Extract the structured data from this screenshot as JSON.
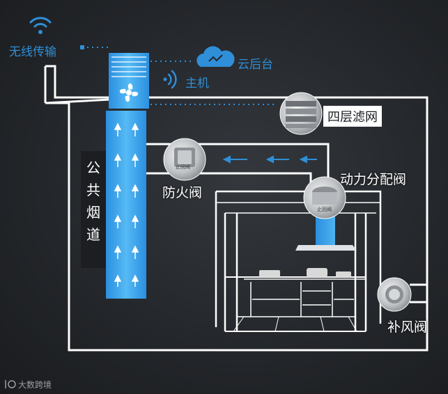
{
  "labels": {
    "wifi": "无线传输",
    "cloud": "云后台",
    "host": "主机",
    "filter": "四层滤网",
    "fire_valve": "防火阀",
    "dist_valve": "动力分配阀",
    "make_up_valve": "补风阀",
    "flue_chars": [
      "公",
      "共",
      "烟",
      "道"
    ],
    "fire_valve_tag": "止回阀",
    "dist_valve_tag": "止回阀"
  },
  "watermark": "大数跨境",
  "colors": {
    "accent": "#2f8fd8",
    "shaft": "#3aa6ec",
    "line": "#ffffff"
  }
}
